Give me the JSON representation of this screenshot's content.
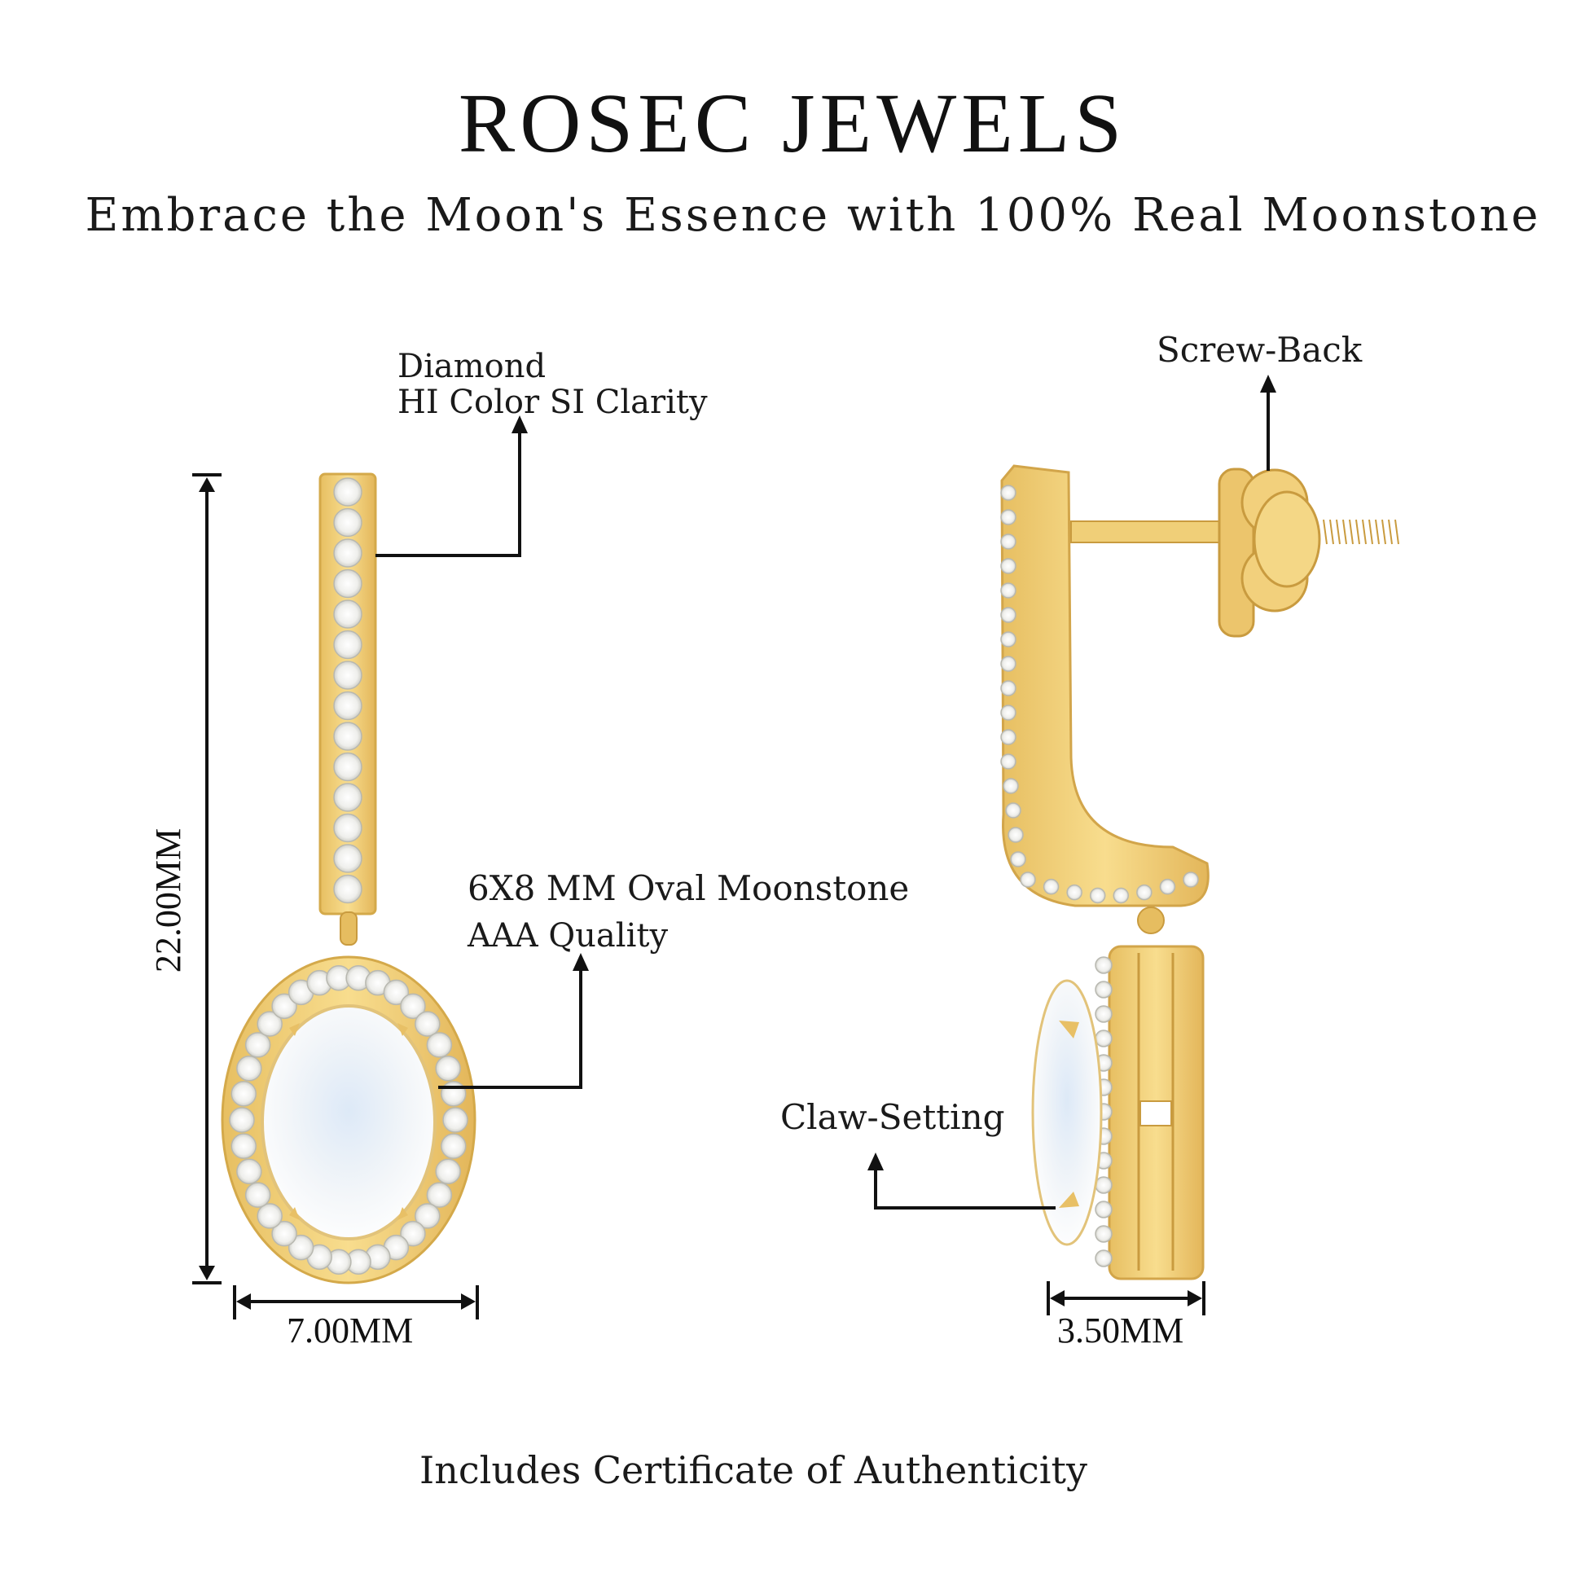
{
  "header": {
    "brand": "ROSEC JEWELS",
    "tagline": "Embrace the Moon's Essence with 100% Real Moonstone"
  },
  "front_view": {
    "diamond_label_line1": "Diamond",
    "diamond_label_line2": "HI Color SI Clarity",
    "moonstone_label_line1": "6X8 MM Oval Moonstone",
    "moonstone_label_line2": "AAA Quality",
    "height_dimension": "22.00MM",
    "width_dimension": "7.00MM"
  },
  "side_view": {
    "screw_back_label": "Screw-Back",
    "claw_setting_label": "Claw-Setting",
    "depth_dimension": "3.50MM"
  },
  "footer": {
    "note": "Includes Certificate of Authenticity"
  },
  "colors": {
    "gold": "#f2d27a",
    "gold_dark": "#d9ad4e",
    "moonstone": "#eef3f8",
    "diamond": "#f7f7f5"
  }
}
